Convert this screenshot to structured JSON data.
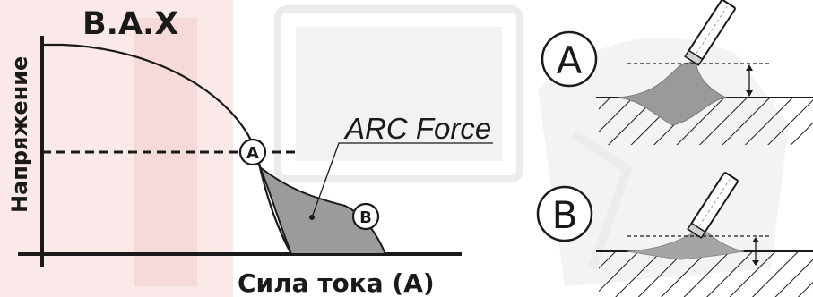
{
  "diagram": {
    "title": "В.А.Х",
    "y_axis_label": "Напряжение",
    "x_axis_label": "Сила тока (А)",
    "callout_label": "ARC Force",
    "point_a_label": "A",
    "point_b_label": "B"
  },
  "illustrations": [
    {
      "label": "A",
      "depth": "deep"
    },
    {
      "label": "B",
      "depth": "shallow"
    }
  ],
  "colors": {
    "line": "#1a1a1a",
    "fill_gray": "#9b9b9b",
    "watermark": "#eeeeee",
    "watermark_red": "#f7dede"
  }
}
